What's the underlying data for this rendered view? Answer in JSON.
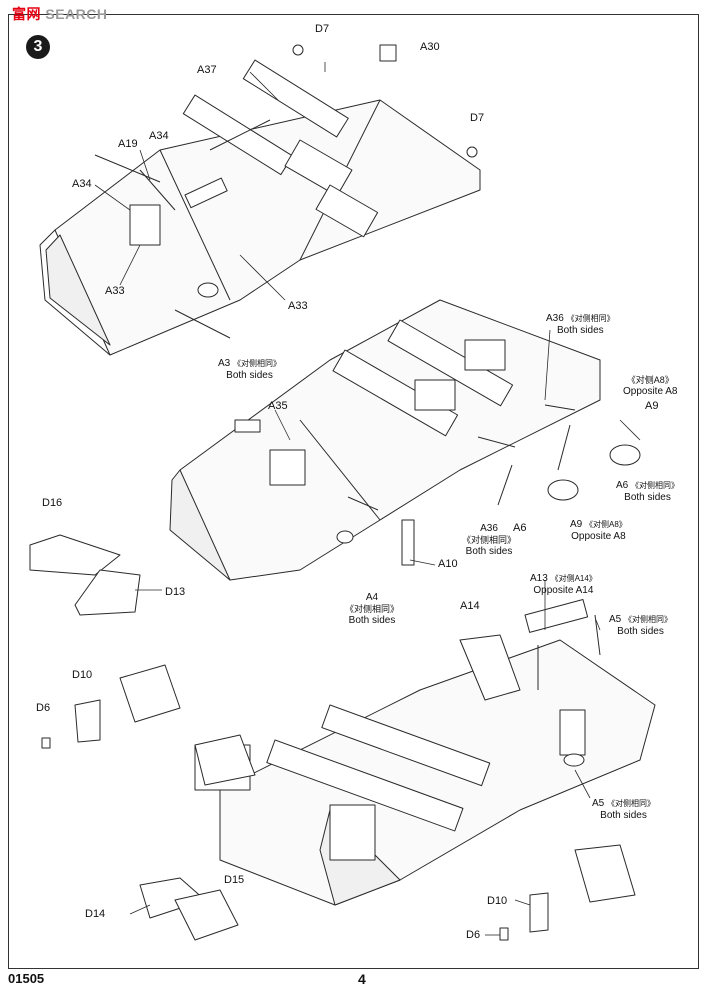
{
  "watermark": {
    "prefix": "富",
    "mid": "网",
    "suffix": "SEARCH"
  },
  "step_number": "3",
  "footer": {
    "code": "01505",
    "page": "4"
  },
  "labels": {
    "D7_top": "D7",
    "A30": "A30",
    "A37": "A37",
    "D7_right": "D7",
    "A19": "A19",
    "A34_a": "A34",
    "A34_b": "A34",
    "A33_a": "A33",
    "A33_b": "A33",
    "A35": "A35",
    "A10": "A10",
    "A14": "A14",
    "D16": "D16",
    "D13": "D13",
    "D10_a": "D10",
    "D6_a": "D6",
    "D15": "D15",
    "D14": "D14",
    "D10_b": "D10",
    "D6_b": "D6",
    "A6_a": "A6",
    "A6_b": "A6",
    "A9": "A9"
  },
  "multi_labels": {
    "A3": {
      "code": "A3",
      "cn": "《对侧相同》",
      "en": "Both sides"
    },
    "A36_top": {
      "code": "A36",
      "cn": "《对侧相同》",
      "en": "Both sides"
    },
    "A36_bot": {
      "code": "A36",
      "cn": "《对侧相同》",
      "en": "Both sides"
    },
    "opp_A8_top": {
      "cn": "《对侧A8》",
      "en": "Opposite A8"
    },
    "A6_both": {
      "code": "A6",
      "cn": "《对侧相同》",
      "en": "Both sides"
    },
    "A9_opp": {
      "code": "A9",
      "cn": "《对侧A8》",
      "en": "Opposite A8"
    },
    "A4": {
      "code": "A4",
      "cn": "《对侧相同》",
      "en": "Both sides"
    },
    "A13": {
      "code": "A13",
      "cn": "《对侧A14》",
      "en": "Opposite A14"
    },
    "A5_top": {
      "code": "A5",
      "cn": "《对侧相同》",
      "en": "Both sides"
    },
    "A5_bot": {
      "code": "A5",
      "cn": "《对侧相同》",
      "en": "Both sides"
    }
  },
  "colors": {
    "line": "#2a2a2a",
    "fill": "#ffffff",
    "watermark_red": "#e60012",
    "watermark_grey": "#9a9a9a"
  }
}
